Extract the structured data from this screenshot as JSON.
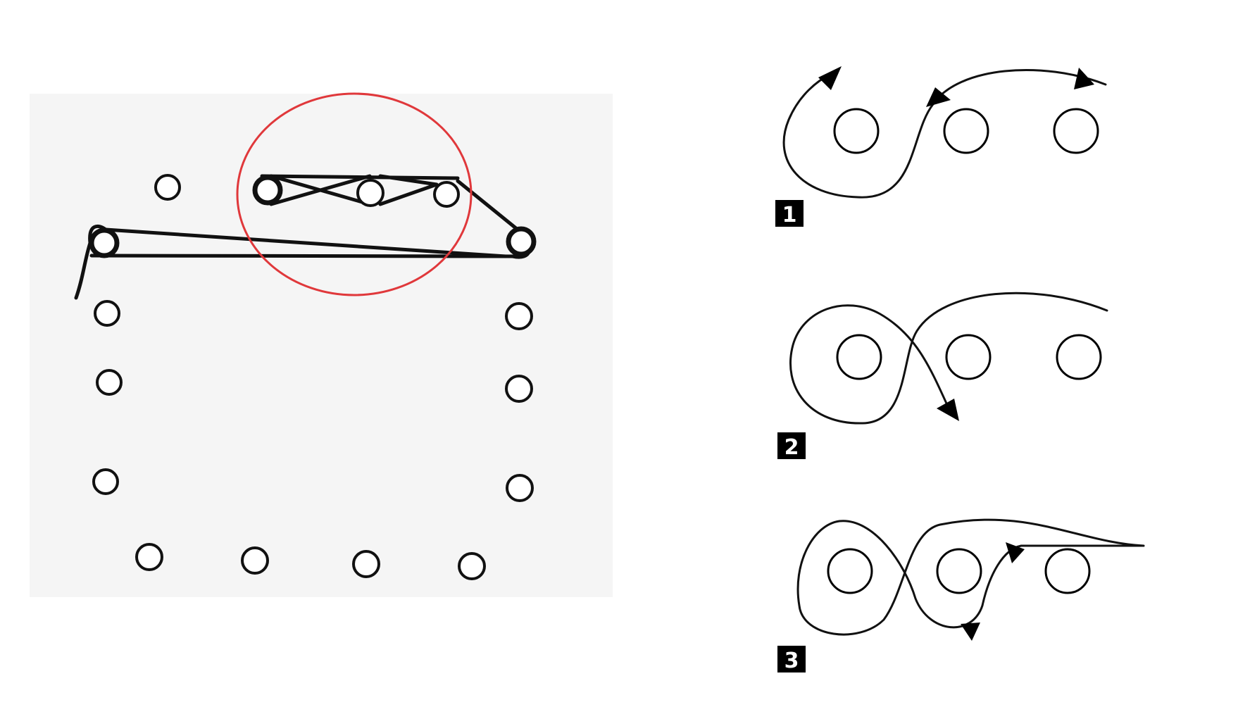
{
  "steps": [
    {
      "label": "1"
    },
    {
      "label": "2"
    },
    {
      "label": "3"
    }
  ],
  "colors": {
    "highlight_ring": "#e0383b",
    "line": "#111111",
    "paper": "#f6f6f6",
    "badge": "#000000",
    "badge_text": "#ffffff"
  }
}
